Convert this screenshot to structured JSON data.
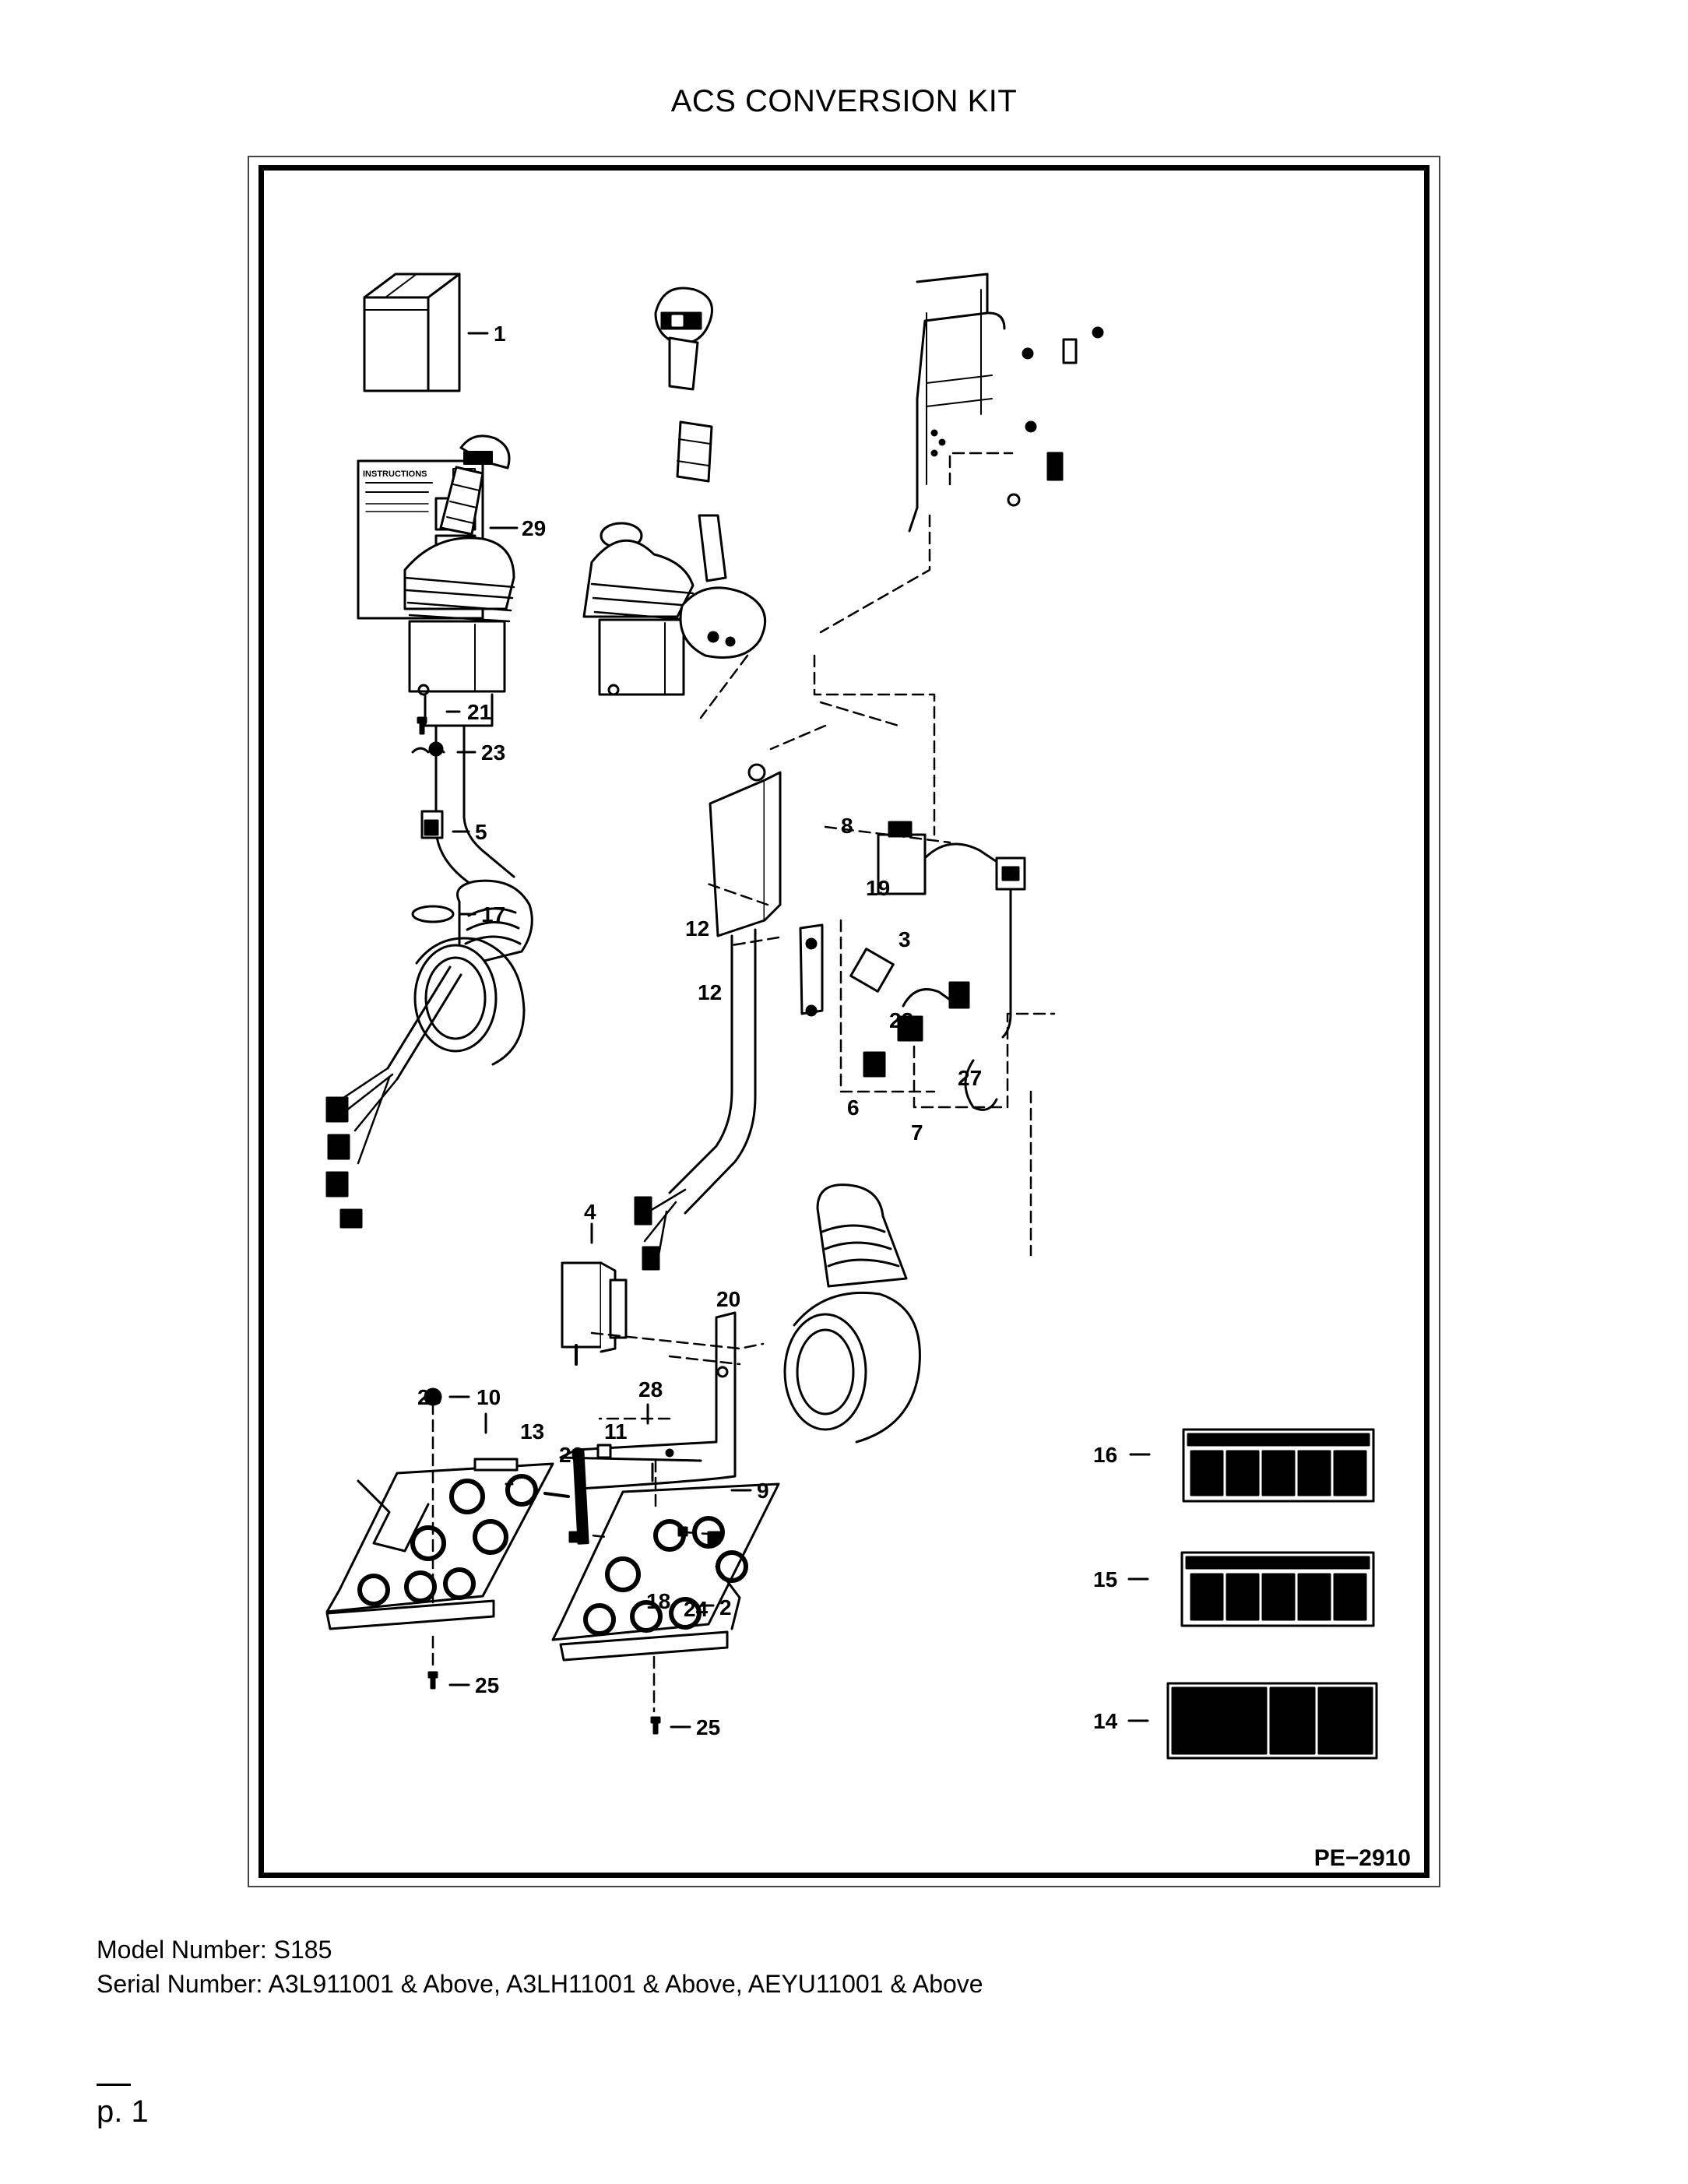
{
  "title": "ACS CONVERSION KIT",
  "drawing_number": "PE−2910",
  "instructions_label": "INSTRUCTIONS",
  "callouts": [
    "1",
    "29",
    "21",
    "23",
    "5",
    "17",
    "4",
    "20",
    "10",
    "28",
    "28",
    "26",
    "13",
    "11",
    "9",
    "2",
    "18",
    "24",
    "25",
    "25",
    "8",
    "12",
    "12",
    "19",
    "3",
    "22",
    "6",
    "27",
    "7",
    "16",
    "15",
    "14"
  ],
  "model_number": "Model Number: S185",
  "serial_number": "Serial Number: A3L911001 & Above, A3LH11001 & Above, AEYU11001 & Above",
  "page": "p. 1"
}
